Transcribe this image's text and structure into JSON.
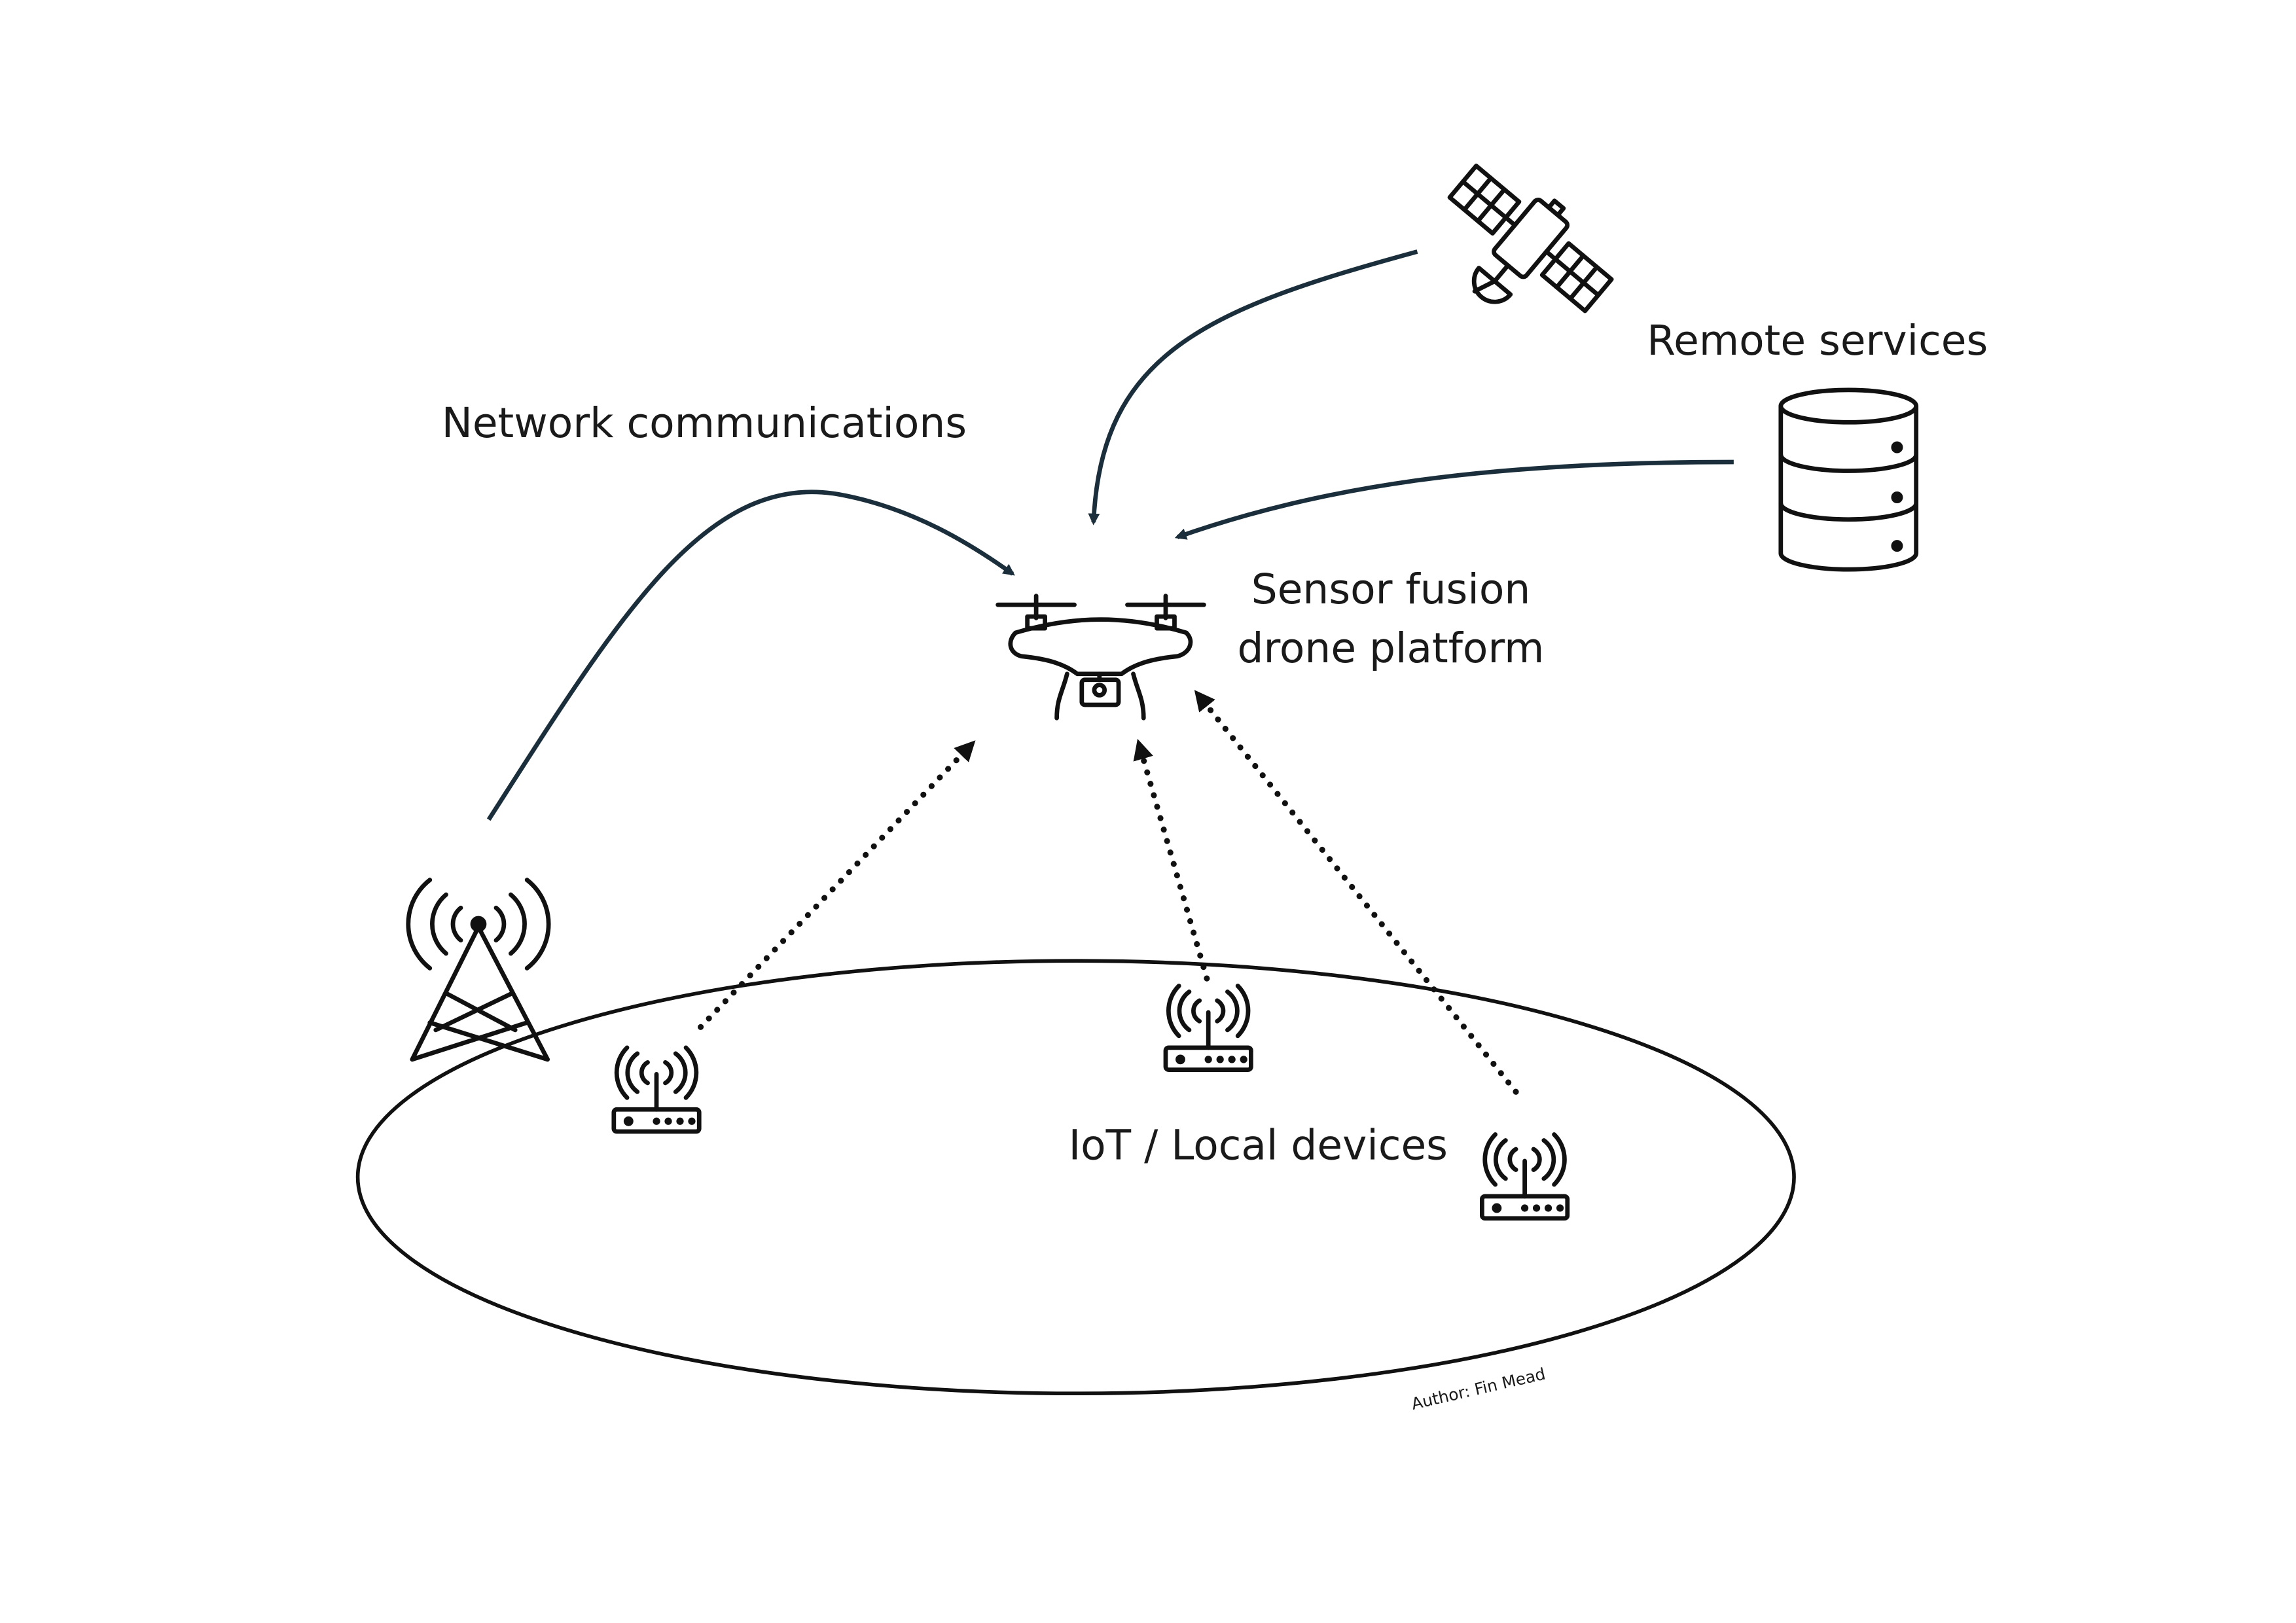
{
  "labels": {
    "network": "Network communications",
    "remote": "Remote services",
    "drone_line1": "Sensor fusion",
    "drone_line2": "drone platform",
    "iot": "IoT / Local devices",
    "author": "Author: Fin Mead"
  },
  "colors": {
    "arrow": "#1a2e3b",
    "ink": "#111111"
  },
  "icons": [
    "cell-tower-icon",
    "satellite-icon",
    "database-icon",
    "drone-icon",
    "router-icon"
  ]
}
